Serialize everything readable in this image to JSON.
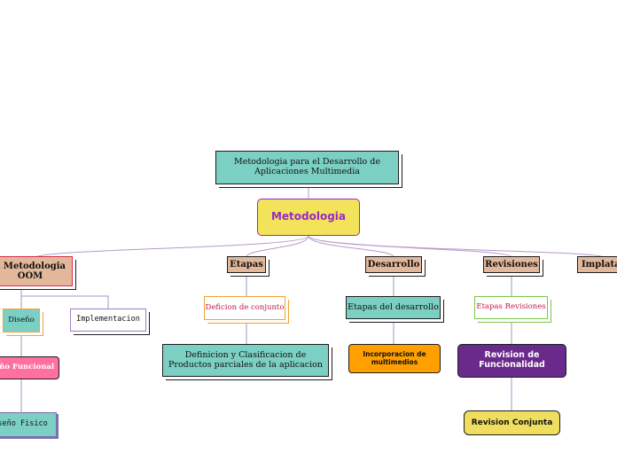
{
  "diagram": {
    "title": "Metodologia para el Desarrollo de Aplicaciones Multimedia",
    "central": "Metodologia",
    "branches": {
      "oom": "a Metodologia OOM",
      "etapas": "Etapas",
      "desarrollo": "Desarrollo",
      "revisiones": "Revisiones",
      "implatacion": "Implata"
    },
    "oom_children": {
      "diseno": "Diseño",
      "implementacion": "Implementacion",
      "diseno_funcional": "iseño Funcional",
      "diseno_fisico": "iseño Fisico"
    },
    "etapas_children": {
      "definicion_conjunto": "Deficion de conjunto",
      "definicion_clasificacion": "Definicion y Clasificacion de Productos parciales de la aplicacion"
    },
    "desarrollo_children": {
      "etapas_desarrollo": "Etapas del desarrollo",
      "incorporacion": "Incorporacion de multimedios"
    },
    "revisiones_children": {
      "etapas_revisiones": "Etapas Revisiones",
      "revision_funcionalidad": "Revision de Funcionalidad",
      "revision_conjunta": "Revision Conjunta"
    }
  },
  "colors": {
    "teal": "#7ccfc3",
    "yellow": "#f2e35a",
    "purple_text": "#9b27c7",
    "tan": "#e3b89a",
    "orange_border": "#f2a531",
    "pink": "#ff6fa0",
    "green_border": "#7dc44b",
    "dark_purple": "#6a2a8c",
    "orange": "#ff9f00",
    "lime_yellow": "#f0df5e"
  }
}
